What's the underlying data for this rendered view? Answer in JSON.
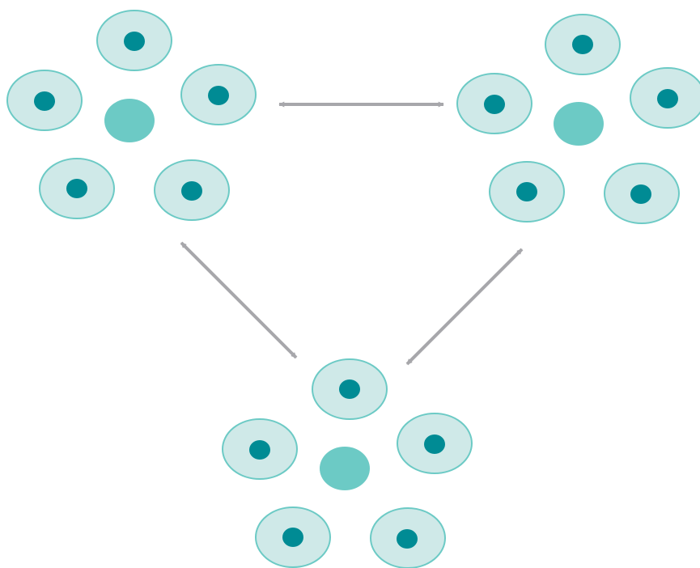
{
  "colors": {
    "background": "#ffffff",
    "cell_fill": "#cfe9e8",
    "cell_stroke": "#6ccac5",
    "nucleus": "#008b94",
    "center_cell": "#6ccac5",
    "arrow": "#a7a7ab"
  },
  "clusters": [
    {
      "id": "cluster-top-left",
      "cell_count": 6,
      "has_center_body": true
    },
    {
      "id": "cluster-top-right",
      "cell_count": 6,
      "has_center_body": true
    },
    {
      "id": "cluster-bottom",
      "cell_count": 6,
      "has_center_body": true
    }
  ],
  "connections": [
    {
      "id": "arrow-top-left-to-top-right",
      "from": "cluster-top-left",
      "to": "cluster-top-right",
      "bidirectional": true
    },
    {
      "id": "arrow-top-left-to-bottom",
      "from": "cluster-top-left",
      "to": "cluster-bottom",
      "bidirectional": true
    },
    {
      "id": "arrow-top-right-to-bottom",
      "from": "cluster-top-right",
      "to": "cluster-bottom",
      "bidirectional": true
    }
  ]
}
